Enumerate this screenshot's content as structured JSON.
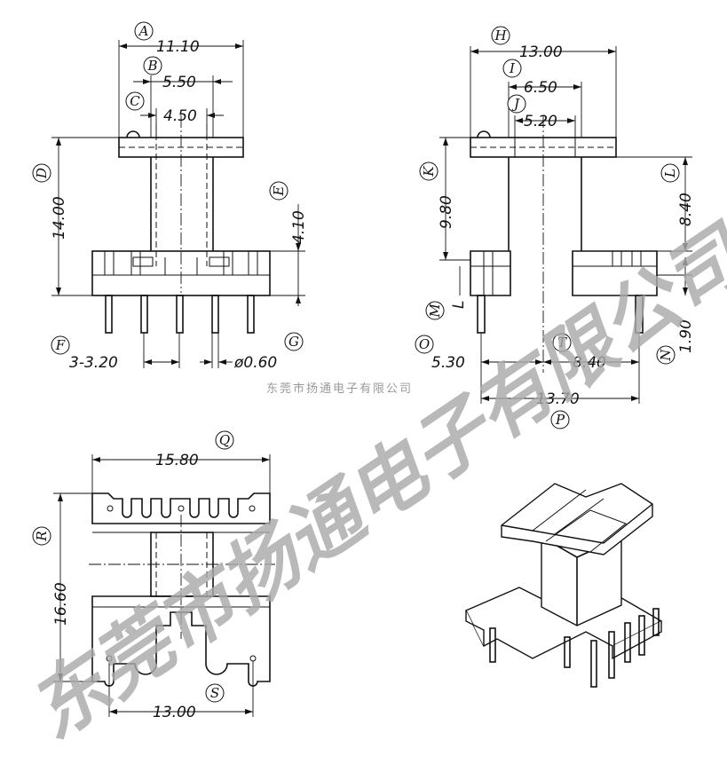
{
  "front_view": {
    "A": "11.10",
    "B": "5.50",
    "C": "4.50",
    "D": "14.00",
    "E": "4.10",
    "F": "3-3.20",
    "G": "ø0.60"
  },
  "side_view": {
    "H": "13.00",
    "I": "6.50",
    "J": "5.20",
    "K": "9.80",
    "L": "8.40",
    "M": "L",
    "N": "1.90",
    "O": "5.30",
    "T": "8.40",
    "P": "13.70"
  },
  "top_view": {
    "Q": "15.80",
    "R": "16.60",
    "S": "13.00"
  },
  "letters": [
    "A",
    "B",
    "C",
    "D",
    "E",
    "F",
    "G",
    "H",
    "I",
    "J",
    "K",
    "L",
    "M",
    "N",
    "O",
    "P",
    "Q",
    "R",
    "S",
    "T"
  ],
  "watermark": {
    "large": "东莞市扬通电子有限公司",
    "small": "东莞市扬通电子有限公司"
  }
}
